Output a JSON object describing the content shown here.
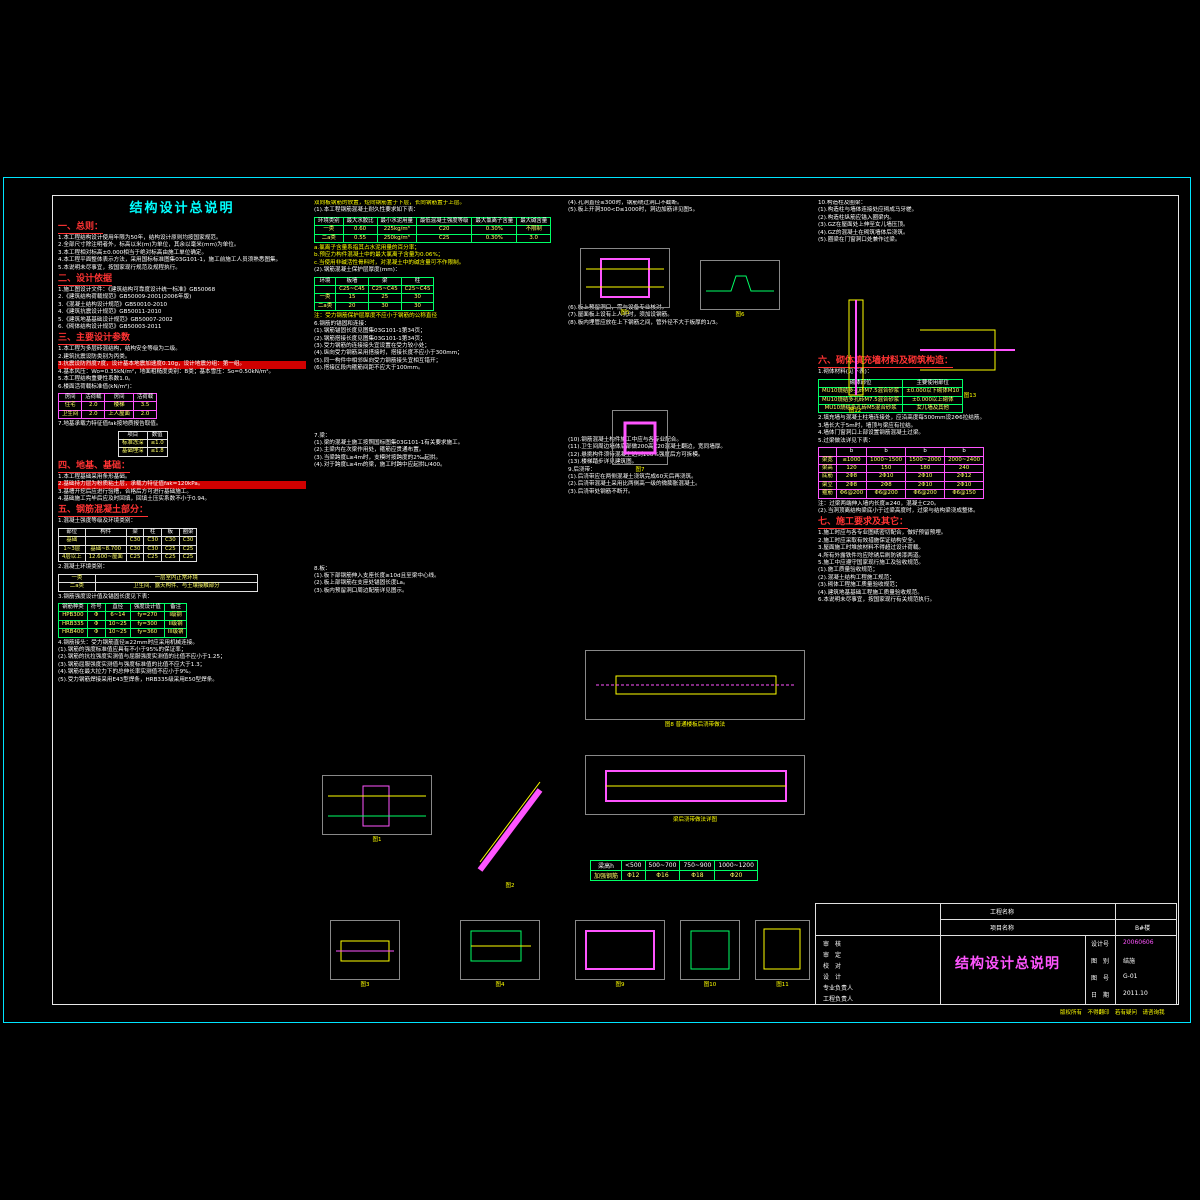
{
  "main_title": "结构设计总说明",
  "col1": {
    "sec1": "一、总则：",
    "sec1_lines": [
      "1.本工程结构设计使用年限为50年，结构设计原则均按国家规范。",
      "2.全部尺寸除注明者外，标高以米(m)为单位，其余以毫米(mm)为单位。",
      "3.本工程相对标高±0.000相当于绝对标高由施工单位确定。",
      "4.本工程平面整体表示方法，采用国标标准图集03G101-1，施工前施工人员须熟悉图集。",
      "5.本说明未尽事宜，按国家现行规范及规程执行。"
    ],
    "sec2": "二、设计依据",
    "sec2_lines": [
      "1.施工图设计文件：《建筑结构可靠度设计统一标准》GB50068",
      "2.《建筑结构荷载规范》GB50009-2001(2006年版)",
      "3.《混凝土结构设计规范》GB50010-2010",
      "4.《建筑抗震设计规范》GB50011-2010",
      "5.《建筑地基基础设计规范》GB50007-2002",
      "6.《砌体结构设计规范》GB50003-2011"
    ],
    "sec3": "三、主要设计参数",
    "sec3_lines": [
      "1.本工程为多层砖混结构，结构安全等级为二级。",
      "2.建筑抗震设防类别为丙类。",
      "3.抗震设防烈度7度，设计基本地震加速度0.10g，设计地震分组：第一组。",
      "4.基本风压：Wo=0.35kN/m²，地面粗糙度类别：B类；基本雪压：So=0.50kN/m²。",
      "5.本工程结构重要性系数1.0。",
      "6.楼面活荷载标准值(kN/m²)："
    ],
    "load_table": {
      "headers": [
        "房间",
        "活荷载",
        "房间",
        "活荷载"
      ],
      "rows": [
        [
          "住宅",
          "2.0",
          "楼梯",
          "3.5"
        ],
        [
          "卫生间",
          "2.0",
          "上人屋面",
          "2.0"
        ]
      ]
    },
    "sec3_tail": "7.地基承载力特征值fak按地质报告取值。",
    "frost_table": {
      "headers": [
        "项目",
        "数值"
      ],
      "rows": [
        [
          "标准冻深",
          "≤1.0"
        ],
        [
          "基础埋深",
          "≤1.8"
        ]
      ]
    },
    "sec4": "四、地基、基础：",
    "sec4_lines": [
      "1.本工程基础采用条形基础。",
      "2.基础持力层为粉质粘土层，承载力特征值fak=120kPa。",
      "3.基槽开挖后应进行验槽，合格后方可进行基础施工。",
      "4.基础施工完毕后应及时回填，回填土压实系数不小于0.94。"
    ],
    "sec5": "五、钢筋混凝土部分：",
    "sec5_lines": [
      "1.混凝土强度等级及环境类别："
    ],
    "concrete_table": {
      "headers": [
        "部位",
        "构件",
        "梁",
        "柱",
        "板",
        "圈梁"
      ],
      "rows": [
        [
          "基础",
          "",
          "C30",
          "C30",
          "C30",
          "C30"
        ],
        [
          "1~3层",
          "基础~8.700",
          "C30",
          "C30",
          "C25",
          "C25"
        ],
        [
          "4层以上",
          "12.600~屋面",
          "C25",
          "C25",
          "C25",
          "C25"
        ]
      ]
    },
    "sec5_mid": "2.混凝土环境类别：",
    "env_table": {
      "rows": [
        [
          "一类",
          "一层室内正常环境"
        ],
        [
          "二a类",
          "卫生间、露天构件、与土壤接触部分"
        ]
      ]
    },
    "sec5_mid2": "3.钢筋强度设计值及锚固长度见下表：",
    "steel_table": {
      "headers": [
        "钢筋种类",
        "符号",
        "直径",
        "强度设计值",
        "备注"
      ],
      "rows": [
        [
          "HPB300",
          "Φ",
          "6~14",
          "fy=270",
          "I级钢"
        ],
        [
          "HRB335",
          "Φ",
          "10~25",
          "fy=300",
          "II级钢"
        ],
        [
          "HRB400",
          "Φ",
          "10~25",
          "fy=360",
          "III级钢"
        ]
      ]
    },
    "sec5_tail": [
      "4.钢筋接头：受力钢筋直径≥22mm时应采用机械连接。",
      "(1).钢筋的强度标准值应具有不小于95%的保证率；",
      "(2).钢筋的抗拉强度实测值与屈服强度实测值的比值不应小于1.25；",
      "(3).钢筋屈服强度实测值与强度标准值的比值不应大于1.3；",
      "(4).钢筋在最大拉力下的总伸长率实测值不应小于9%。",
      "(5).受力钢筋焊接采用E43型焊条，HRB335级采用E50型焊条。"
    ]
  },
  "col2": {
    "intro": "双向板钢筋的放置，短向钢筋置于下层，长向钢筋置于上层。",
    "sub1": "(1).本工程钢筋混凝土耐久性要求如下表：",
    "dur_table": {
      "title": "结构混凝土耐久性的基本要求",
      "headers": [
        "环境类别",
        "最大水胶比",
        "最小水泥用量",
        "最低混凝土强度等级",
        "最大氯离子含量",
        "最大碱含量"
      ],
      "rows": [
        [
          "一类",
          "0.60",
          "225kg/m³",
          "C20",
          "0.30%",
          "不限制"
        ],
        [
          "二a类",
          "0.55",
          "250kg/m³",
          "C25",
          "0.30%",
          "3.0"
        ]
      ]
    },
    "notes": [
      "a.氯离子含量系指其占水泥用量的百分率；",
      "b.预应力构件混凝土中的最大氯离子含量为0.06%；",
      "c.当使用非碱活性骨料时，对混凝土中的碱含量可不作限制。"
    ],
    "sub2": "(2).钢筋混凝土保护层厚度(mm)：",
    "cover_table": {
      "headers": [
        "环境",
        "板墙",
        "梁",
        "柱"
      ],
      "rows": [
        [
          "",
          "C25~C45",
          "C25~C45",
          "C25~C45"
        ],
        [
          "一类",
          "15",
          "25",
          "30"
        ],
        [
          "二a类",
          "20",
          "30",
          "30"
        ]
      ],
      "note": "注：受力钢筋保护层厚度不应小于钢筋的公称直径"
    },
    "sec_rebar": "6.钢筋的锚固和连接：",
    "rebar_lines": [
      "(1).钢筋锚固长度见图集03G101-1第34页；",
      "(2).钢筋搭接长度见图集03G101-1第34页；",
      "(3).受力钢筋的连接接头宜设置在受力较小处；",
      "(4).纵向受力钢筋采用搭接时，搭接长度不应小于300mm；",
      "(5).同一构件中相邻纵向受力钢筋接头宜相互错开；",
      "(6).搭接区段内箍筋间距不应大于100mm。"
    ],
    "sec7": "7.梁：",
    "beam_lines": [
      "(1).梁的混凝土施工按照国标图集03G101-1有关要求施工。",
      "(2).主梁内在次梁作用处，箍筋应贯通布置。",
      "(3).当梁跨度L≥4m时，支模时按跨度的2‰起拱。",
      "(4).对于跨度L≥4m的梁，施工时跨中应起拱L/400。"
    ],
    "sec8": "8.板：",
    "slab_lines": [
      "(1).板下部钢筋伸入支座长度≥10d且至梁中心线。",
      "(2).板上部钢筋在支座处锚固长度La。",
      "(3).板内预留洞口周边配筋详见图示。"
    ],
    "fig1": "图1",
    "fig2": "图2",
    "fig3": "图3",
    "fig4": "图4"
  },
  "col3": {
    "lines_top": [
      "(4).孔洞直径≤300时，钢筋绕过洞口不截断。",
      "(5).板上开洞300<D≤1000时，洞边加筋详见图5。"
    ],
    "fig5": "图5",
    "lines_mid": [
      "(6).板上预留洞口，需与设备专业核对。",
      "(7).屋面板上设有上人孔时，须加设钢筋。",
      "(8).板内埋管应放在上下钢筋之间，管外径不大于板厚的1/3。"
    ],
    "fig6": "图6",
    "fig7": "图7",
    "lines_mid2": [
      "(10).钢筋混凝土构件施工中应与各专业配合。",
      "(11).卫生间周边墙体底部做200高C20混凝土翻边，宽同墙厚。",
      "(12).悬挑构件须待混凝土达到100%强度后方可拆模。",
      "(13).楼梯踏步详见建筑图。"
    ],
    "sec_pour": "9.后浇带：",
    "pour_lines": [
      "(1).后浇带应在两侧混凝土浇筑完成60天后再浇筑。",
      "(2).后浇带混凝土采用比两侧高一级的微膨胀混凝土。",
      "(3).后浇带处钢筋不断开。"
    ],
    "fig8": "图8 普通楼板后浇带做法",
    "fig9": "梁后浇带做法详图",
    "bar_table": {
      "headers": [
        "梁高h",
        "<500",
        "500~700",
        "750~900",
        "1000~1200"
      ],
      "rows": [
        [
          "加强钢筋",
          "Φ12",
          "Φ16",
          "Φ18",
          "Φ20"
        ]
      ]
    },
    "fig10": "图9",
    "fig11": "图10",
    "fig12": "图11"
  },
  "col4": {
    "lines_top": [
      "10.构造柱及圈梁：",
      "(1).构造柱与墙体连接处应砌成马牙槎。",
      "(2).构造柱纵筋应锚入圈梁内。",
      "(3).GZ在屋面处上伸至女儿墙压顶。",
      "(4).GZ的混凝土在砌筑墙体后浇筑。",
      "(5).圈梁在门窗洞口处兼作过梁。"
    ],
    "fig12": "图12",
    "fig13": "图13",
    "sec6": "六、砌体填充墙材料及砌筑构造：",
    "sec6_lines": [
      "1.砌体材料(见下表)："
    ],
    "mason_table": {
      "headers": [
        "砌体部位",
        "主要使用部位"
      ],
      "rows": [
        [
          "MU10烧结多孔砖M7.5混合砂浆",
          "±0.000以下砌体M10"
        ],
        [
          "MU10烧结多孔砖M7.5混合砂浆",
          "±0.000以上砌体"
        ],
        [
          "MU10烧结多孔砖M5混合砂浆",
          "女儿墙及其他"
        ]
      ]
    },
    "sec6_mid": [
      "2.填充墙与混凝土柱墙连接处，应沿高度每500mm设2Φ6拉结筋。",
      "3.墙长大于5m时，墙顶与梁应有拉结。",
      "4.墙体门窗洞口上部设置钢筋混凝土过梁。",
      "5.过梁做法详见下表："
    ],
    "lintel_table": {
      "headers": [
        "",
        "b",
        "b",
        "b",
        "b"
      ],
      "rows": [
        [
          "梁宽",
          "≤1000",
          "1000~1500",
          "1500~2000",
          "2000~2400"
        ],
        [
          "梁高",
          "120",
          "150",
          "180",
          "240"
        ],
        [
          "底筋",
          "2Φ8",
          "2Φ10",
          "2Φ10",
          "2Φ12"
        ],
        [
          "架立",
          "2Φ8",
          "2Φ8",
          "2Φ10",
          "2Φ10"
        ],
        [
          "箍筋",
          "Φ6@200",
          "Φ6@200",
          "Φ6@200",
          "Φ6@150"
        ]
      ]
    },
    "sec6_tail": [
      "注：过梁两端伸入墙内长度≥240，混凝土C20。",
      "(2).当洞顶离结构梁底小于过梁高度时，过梁与结构梁浇成整体。"
    ],
    "sec7": "七、施工要求及其它：",
    "sec7_lines": [
      "1.施工时应与各专业图纸密切配合，做好预留预埋。",
      "2.施工时应采取有效措施保证结构安全。",
      "3.屋面施工时堆放材料不得超过设计荷载。",
      "4.所有外露铁件均应除锈后刷防锈漆两道。",
      "5.施工中应遵守国家现行施工及验收规范。",
      "(1).施工质量验收规范；",
      "(2).混凝土结构工程施工规范；",
      "(3).砌体工程施工质量验收规范；",
      "(4).建筑地基基础工程施工质量验收规范。",
      "6.本说明未尽事宜，按国家现行有关规范执行。"
    ]
  },
  "title_block": {
    "project_label": "工程名称",
    "item_label": "项目名称",
    "item_value": "B#楼",
    "roles": [
      "审　核",
      "审　定",
      "校　对",
      "设　计",
      "专业负责人",
      "工程负责人"
    ],
    "drawing_title": "结构设计总说明",
    "fields": [
      {
        "label": "设计号",
        "value": "20060606"
      },
      {
        "label": "图　别",
        "value": "结施"
      },
      {
        "label": "图　号",
        "value": "G-01"
      },
      {
        "label": "日　期",
        "value": "2011.10"
      }
    ]
  },
  "bottom_note": "版权所有　不得翻印　若有疑问　请咨询我"
}
